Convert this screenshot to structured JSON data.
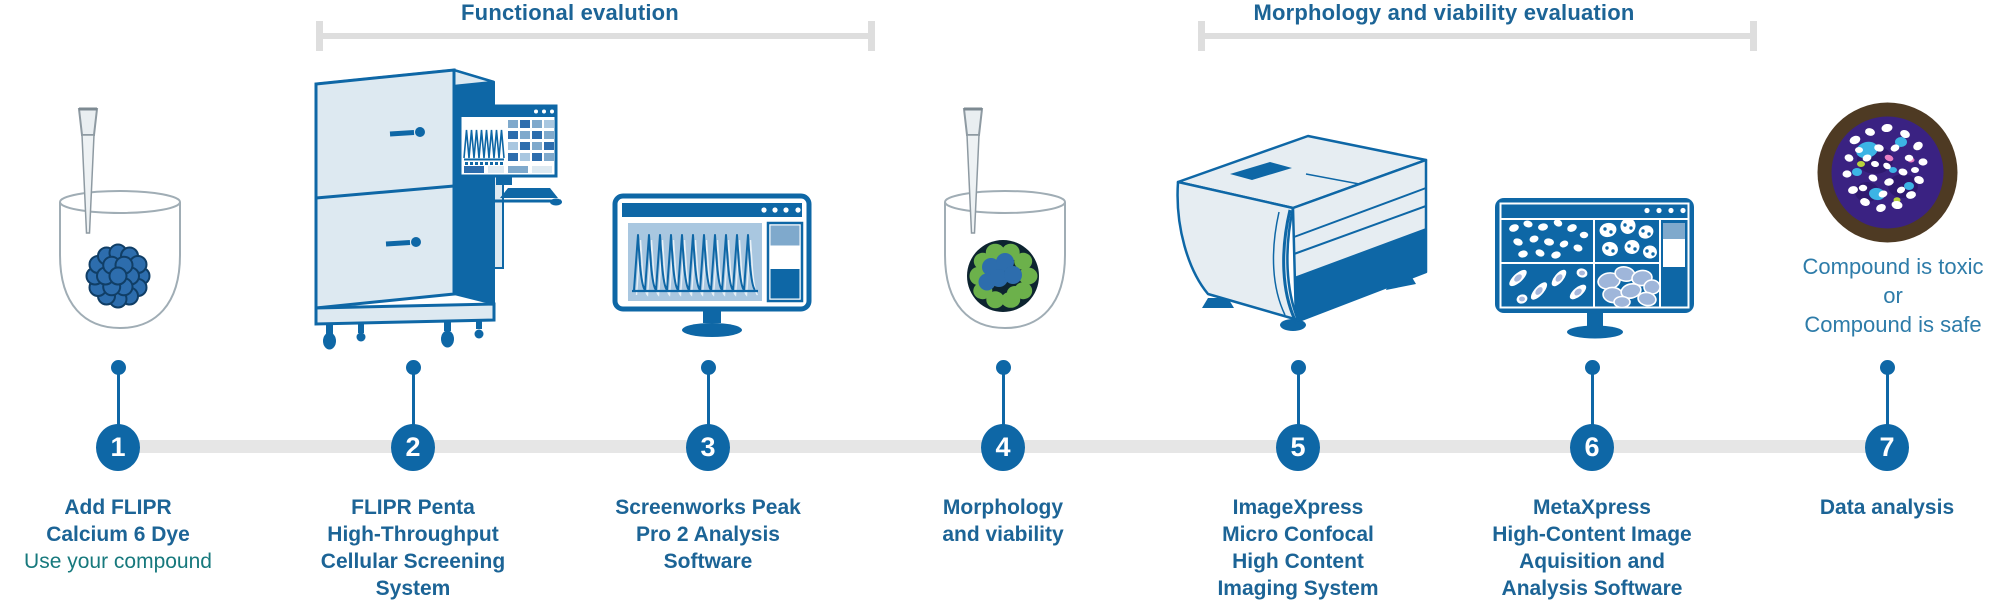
{
  "palette": {
    "primary_blue": "#0e67a6",
    "panel_light": "#dde9f1",
    "screen_blue": "#a9c7e0",
    "mid_blue": "#7fa9cc",
    "text_blue": "#1c6496",
    "teal_text": "#17797d",
    "result_text_blue": "#2e7ca9",
    "timeline_gray": "#e6e6e6",
    "bracket_gray": "#dedede",
    "spheroid_blue": "#2d6dad",
    "cell_green": "#6cb14b",
    "well_brown": "#4e3a23",
    "stain_purple": "#3a2282",
    "stain_cyan": "#3cb4e5",
    "stain_lime": "#b9d43c",
    "stain_pink": "#e87fc3"
  },
  "sections": [
    {
      "title": "Functional evalution"
    },
    {
      "title": "Morphology and viability evaluation"
    }
  ],
  "steps": [
    {
      "number": "1",
      "icon": "pipette-well-blue-spheroid",
      "label_lines": [
        "Add FLIPR",
        "Calcium 6 Dye"
      ],
      "sub_label": "Use your compound"
    },
    {
      "number": "2",
      "icon": "flipr-instrument",
      "label_lines": [
        "FLIPR Penta",
        "High-Throughput",
        "Cellular Screening",
        "System"
      ]
    },
    {
      "number": "3",
      "icon": "monitor-peak-traces",
      "label_lines": [
        "Screenworks Peak",
        "Pro 2 Analysis",
        "Software"
      ]
    },
    {
      "number": "4",
      "icon": "pipette-well-green-spheroid",
      "label_lines": [
        "Morphology",
        "and viability"
      ]
    },
    {
      "number": "5",
      "icon": "imagexpress-instrument",
      "label_lines": [
        "ImageXpress",
        "Micro Confocal",
        "High Content",
        "Imaging System"
      ]
    },
    {
      "number": "6",
      "icon": "monitor-cell-images",
      "label_lines": [
        "MetaXpress",
        "High-Content Image",
        "Aquisition and",
        "Analysis Software"
      ]
    },
    {
      "number": "7",
      "icon": "microscopy-well",
      "label_lines": [
        "Data analysis"
      ],
      "result_lines": [
        "Compound is toxic",
        "or",
        "Compound is safe"
      ]
    }
  ]
}
